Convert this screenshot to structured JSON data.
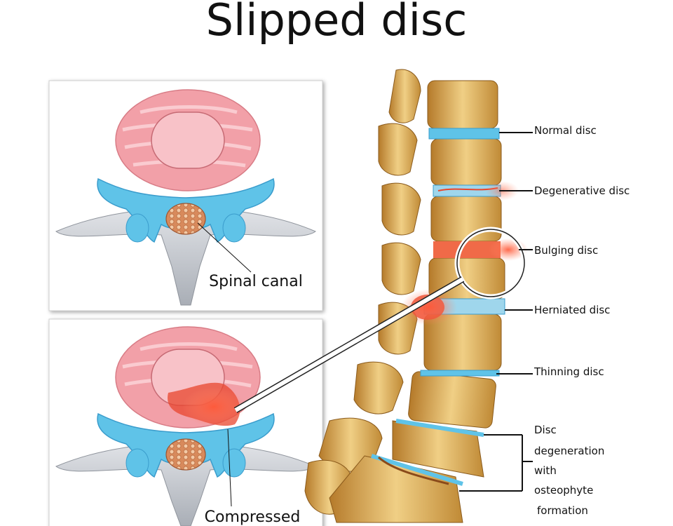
{
  "title": "Slipped disc",
  "panels": {
    "top_label": "Spinal canal",
    "bottom_label": "Compressed"
  },
  "spine_labels": {
    "normal": "Normal disc",
    "degenerative": "Degenerative disc",
    "bulging": "Bulging disc",
    "herniated": "Herniated disc",
    "thinning": "Thinning disc",
    "osteophyte_line1": "Disc",
    "osteophyte_line2": "degeneration",
    "osteophyte_line3": "with",
    "osteophyte_line4": "osteophyte",
    "osteophyte_line5": "formation"
  },
  "colors": {
    "disc_pink": "#f2a0a8",
    "ligament_blue": "#5fc3e8",
    "bone_tan": "#d9a64e",
    "bone_gray": "#c9cdd3",
    "inflamed": "#e8462e"
  }
}
